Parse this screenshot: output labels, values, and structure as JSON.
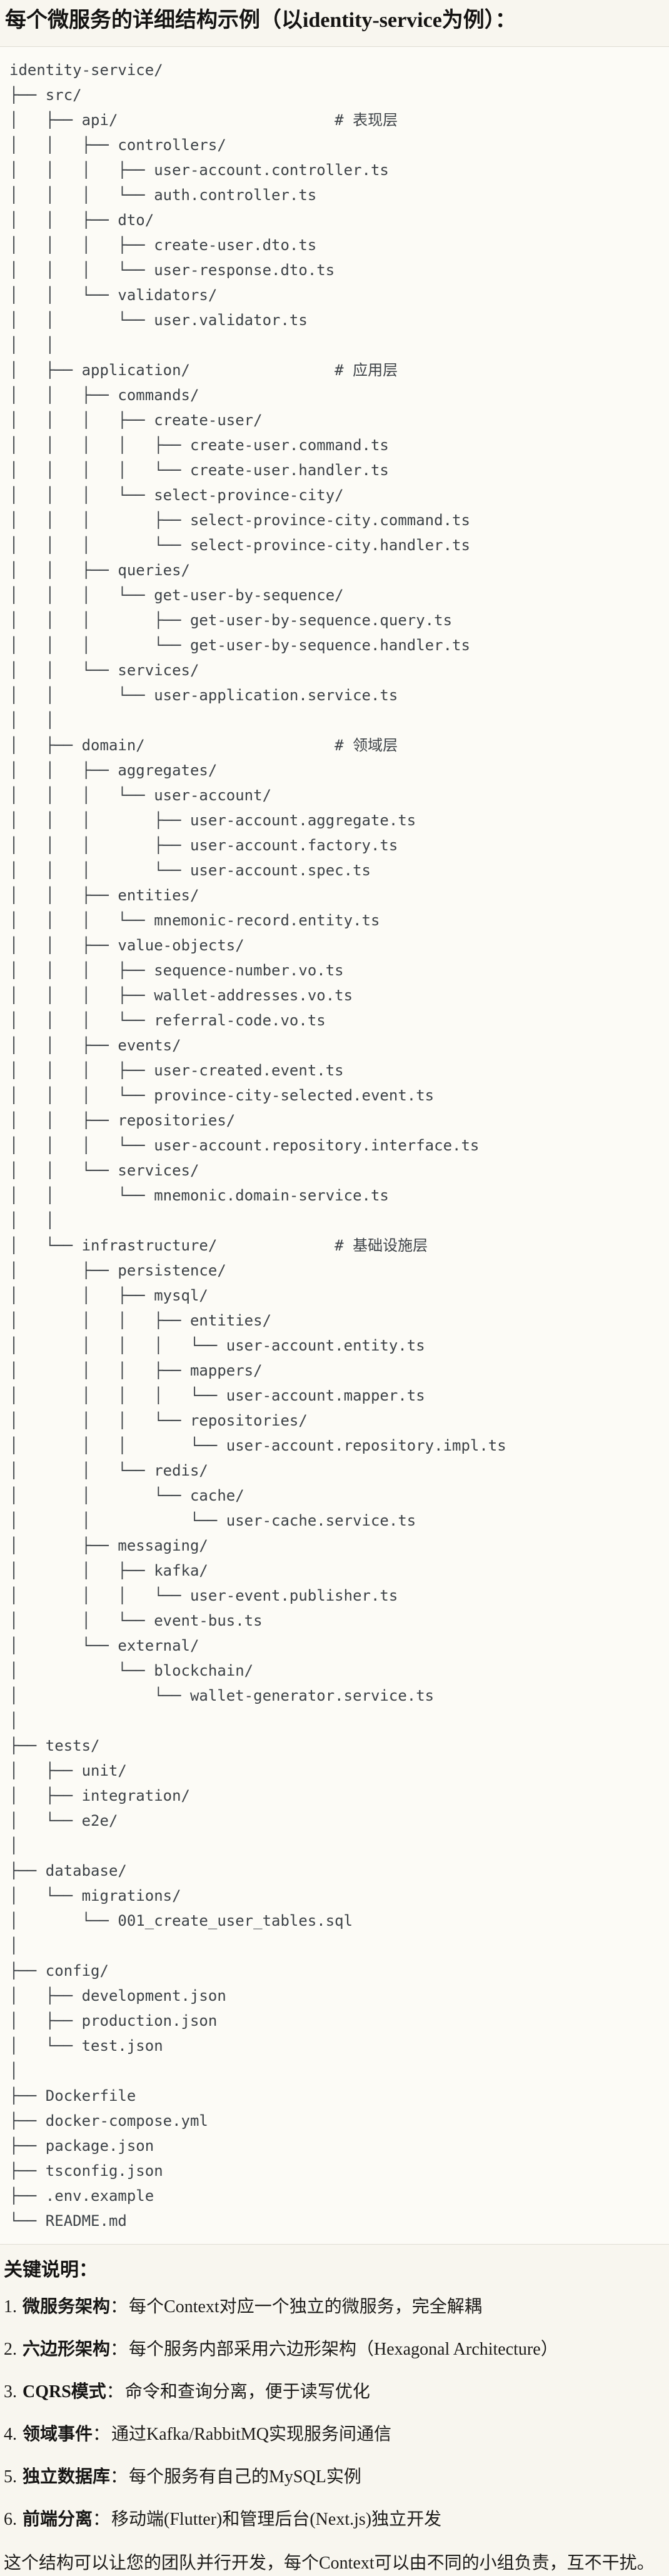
{
  "page": {
    "title": "每个微服务的详细结构示例（以identity-service为例）："
  },
  "tree": {
    "lines": [
      "identity-service/",
      "├── src/",
      "│   ├── api/                        # 表现层",
      "│   │   ├── controllers/",
      "│   │   │   ├── user-account.controller.ts",
      "│   │   │   └── auth.controller.ts",
      "│   │   ├── dto/",
      "│   │   │   ├── create-user.dto.ts",
      "│   │   │   └── user-response.dto.ts",
      "│   │   └── validators/",
      "│   │       └── user.validator.ts",
      "│   │",
      "│   ├── application/                # 应用层",
      "│   │   ├── commands/",
      "│   │   │   ├── create-user/",
      "│   │   │   │   ├── create-user.command.ts",
      "│   │   │   │   └── create-user.handler.ts",
      "│   │   │   └── select-province-city/",
      "│   │   │       ├── select-province-city.command.ts",
      "│   │   │       └── select-province-city.handler.ts",
      "│   │   ├── queries/",
      "│   │   │   └── get-user-by-sequence/",
      "│   │   │       ├── get-user-by-sequence.query.ts",
      "│   │   │       └── get-user-by-sequence.handler.ts",
      "│   │   └── services/",
      "│   │       └── user-application.service.ts",
      "│   │",
      "│   ├── domain/                     # 领域层",
      "│   │   ├── aggregates/",
      "│   │   │   └── user-account/",
      "│   │   │       ├── user-account.aggregate.ts",
      "│   │   │       ├── user-account.factory.ts",
      "│   │   │       └── user-account.spec.ts",
      "│   │   ├── entities/",
      "│   │   │   └── mnemonic-record.entity.ts",
      "│   │   ├── value-objects/",
      "│   │   │   ├── sequence-number.vo.ts",
      "│   │   │   ├── wallet-addresses.vo.ts",
      "│   │   │   └── referral-code.vo.ts",
      "│   │   ├── events/",
      "│   │   │   ├── user-created.event.ts",
      "│   │   │   └── province-city-selected.event.ts",
      "│   │   ├── repositories/",
      "│   │   │   └── user-account.repository.interface.ts",
      "│   │   └── services/",
      "│   │       └── mnemonic.domain-service.ts",
      "│   │",
      "│   └── infrastructure/             # 基础设施层",
      "│       ├── persistence/",
      "│       │   ├── mysql/",
      "│       │   │   ├── entities/",
      "│       │   │   │   └── user-account.entity.ts",
      "│       │   │   ├── mappers/",
      "│       │   │   │   └── user-account.mapper.ts",
      "│       │   │   └── repositories/",
      "│       │   │       └── user-account.repository.impl.ts",
      "│       │   └── redis/",
      "│       │       └── cache/",
      "│       │           └── user-cache.service.ts",
      "│       ├── messaging/",
      "│       │   ├── kafka/",
      "│       │   │   └── user-event.publisher.ts",
      "│       │   └── event-bus.ts",
      "│       └── external/",
      "│           └── blockchain/",
      "│               └── wallet-generator.service.ts",
      "│",
      "├── tests/",
      "│   ├── unit/",
      "│   ├── integration/",
      "│   └── e2e/",
      "│",
      "├── database/",
      "│   └── migrations/",
      "│       └── 001_create_user_tables.sql",
      "│",
      "├── config/",
      "│   ├── development.json",
      "│   ├── production.json",
      "│   └── test.json",
      "│",
      "├── Dockerfile",
      "├── docker-compose.yml",
      "├── package.json",
      "├── tsconfig.json",
      "├── .env.example",
      "└── README.md"
    ]
  },
  "notes": {
    "heading": "关键说明：",
    "items": [
      {
        "num": "1.",
        "term": "微服务架构",
        "sep": "：",
        "desc": "每个Context对应一个独立的微服务，完全解耦"
      },
      {
        "num": "2.",
        "term": "六边形架构",
        "sep": "：",
        "desc": "每个服务内部采用六边形架构（Hexagonal Architecture）"
      },
      {
        "num": "3.",
        "term": "CQRS模式",
        "sep": "：",
        "desc": "命令和查询分离，便于读写优化"
      },
      {
        "num": "4.",
        "term": "领域事件",
        "sep": "：",
        "desc": "通过Kafka/RabbitMQ实现服务间通信"
      },
      {
        "num": "5.",
        "term": "独立数据库",
        "sep": "：",
        "desc": "每个服务有自己的MySQL实例"
      },
      {
        "num": "6.",
        "term": "前端分离",
        "sep": "：",
        "desc": "移动端(Flutter)和管理后台(Next.js)独立开发"
      }
    ],
    "closing": "这个结构可以让您的团队并行开发，每个Context可以由不同的小组负责，互不干扰。"
  }
}
